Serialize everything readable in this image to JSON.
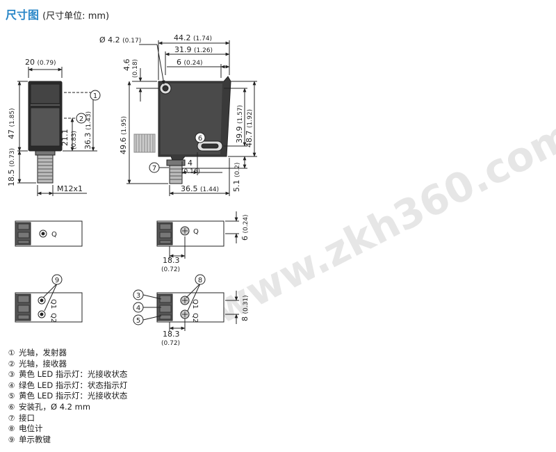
{
  "header": {
    "title": "尺寸图",
    "subtitle": "(尺寸单位: mm)"
  },
  "watermark": "www.zkh360.com",
  "front_view": {
    "dims": {
      "width": "20",
      "width_in": "(0.79)",
      "height": "47",
      "height_in": "(1.85)",
      "connector": "18.5",
      "connector_in": "(0.73)",
      "axis1": "36.3",
      "axis1_in": "(1.43)",
      "axis2": "21.1",
      "axis2_in": "(0.83)",
      "thread": "M12x1"
    },
    "callouts": [
      "1",
      "2"
    ]
  },
  "side_view": {
    "dims": {
      "hole": "Ø 4.2",
      "hole_in": "(0.17)",
      "total_w": "44.2",
      "total_w_in": "(1.74)",
      "w2": "31.9",
      "w2_in": "(1.26)",
      "w3": "6",
      "w3_in": "(0.24)",
      "top_off": "4.6",
      "top_off_in": "(0.18)",
      "h_body": "49.6",
      "h_body_in": "(1.95)",
      "h_right1": "39.9",
      "h_right1_in": "(1.57)",
      "h_right2": "48.7",
      "h_right2_in": "(1.92)",
      "conn_off": "4",
      "conn_off_in": "(0.16)",
      "bottom_off": "5.1",
      "bottom_off_in": "(0.2)",
      "base_w": "36.5",
      "base_w_in": "(1.44)"
    },
    "callouts": [
      "6",
      "7"
    ]
  },
  "top_view_1": {
    "dims": {
      "val": "18.3",
      "val_in": "(0.72)",
      "right": "6",
      "right_in": "(0.24)"
    },
    "labels": [
      "Q"
    ]
  },
  "top_view_2": {
    "dims": {
      "val": "18.3",
      "val_in": "(0.72)",
      "right": "8",
      "right_in": "(0.31)"
    },
    "labels": [
      "Q1",
      "Q2"
    ],
    "callouts": [
      "3",
      "4",
      "5",
      "8"
    ]
  },
  "top_view_left_2": {
    "labels": [
      "Q1",
      "Q2"
    ],
    "callouts": [
      "9"
    ]
  },
  "top_view_left_1": {
    "labels": [
      "Q"
    ]
  },
  "legend": [
    {
      "num": "①",
      "text": "光轴，发射器"
    },
    {
      "num": "②",
      "text": "光轴，接收器"
    },
    {
      "num": "③",
      "text": "黄色 LED 指示灯：光接收状态"
    },
    {
      "num": "④",
      "text": "绿色 LED 指示灯：状态指示灯"
    },
    {
      "num": "⑤",
      "text": "黄色 LED 指示灯：光接收状态"
    },
    {
      "num": "⑥",
      "text": "安装孔，Ø 4.2 mm"
    },
    {
      "num": "⑦",
      "text": "接口"
    },
    {
      "num": "⑧",
      "text": "电位计"
    },
    {
      "num": "⑨",
      "text": "单示教键"
    }
  ]
}
